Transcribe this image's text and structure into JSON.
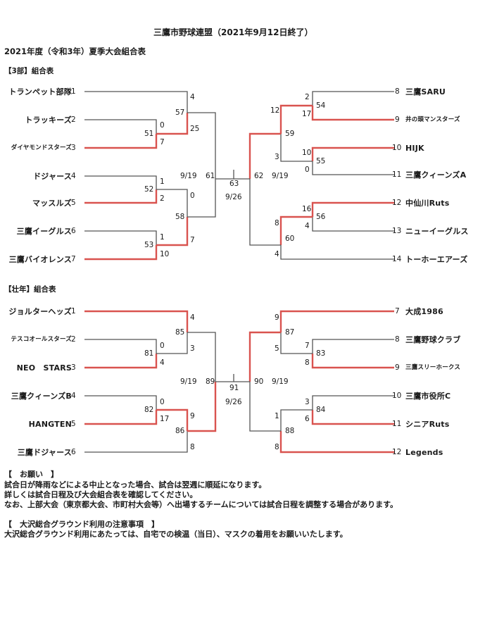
{
  "header": {
    "title": "三鷹市野球連盟（2021年9月12日終了）",
    "subtitle": "2021年度（令和3年）夏季大会組合表"
  },
  "section3": {
    "label": "【3部】組合表",
    "teams": [
      {
        "seed": "1",
        "name": "トランペット部隊"
      },
      {
        "seed": "2",
        "name": "トラッキーズ"
      },
      {
        "seed": "3",
        "name": "ダイヤモンドスターズ"
      },
      {
        "seed": "4",
        "name": "ドジャース"
      },
      {
        "seed": "5",
        "name": "マッスルズ"
      },
      {
        "seed": "6",
        "name": "三鷹イーグルス"
      },
      {
        "seed": "7",
        "name": "三鷹バイオレンス"
      },
      {
        "seed": "8",
        "name": "三鷹SARU"
      },
      {
        "seed": "9",
        "name": "井の頭マンスターズ"
      },
      {
        "seed": "10",
        "name": "HIJK"
      },
      {
        "seed": "11",
        "name": "三鷹クィーンズA"
      },
      {
        "seed": "12",
        "name": "中仙川Ruts"
      },
      {
        "seed": "13",
        "name": "ニューイーグルス"
      },
      {
        "seed": "14",
        "name": "トーホーエアーズ"
      }
    ],
    "game_numbers": {
      "g51": "51",
      "g52": "52",
      "g53": "53",
      "g54": "54",
      "g55": "55",
      "g56": "56",
      "g57": "57",
      "g58": "58",
      "g59": "59",
      "g60": "60",
      "g61": "61",
      "g62": "62",
      "g63": "63"
    },
    "scores": {
      "s_51_top": "0",
      "s_51_bot": "7",
      "s_52_top": "1",
      "s_52_bot": "2",
      "s_53_top": "1",
      "s_53_bot": "10",
      "s_57_top": "4",
      "s_57_bot": "25",
      "s_58_top": "0",
      "s_58_bot": "7",
      "s_54_top": "2",
      "s_54_bot": "17",
      "s_55_top": "10",
      "s_55_bot": "0",
      "s_56_top": "16",
      "s_56_bot": "4",
      "s_59_top": "12",
      "s_59_bot": "3",
      "s_60_top": "8",
      "s_60_bot": "4"
    },
    "dates": {
      "left": "9/19",
      "right": "9/19",
      "final": "9/26"
    }
  },
  "section_senior": {
    "label": "【壮年】組合表",
    "teams": [
      {
        "seed": "1",
        "name": "ジョルターヘッズ"
      },
      {
        "seed": "2",
        "name": "テスコオールスターズ"
      },
      {
        "seed": "3",
        "name": "NEO　STARS"
      },
      {
        "seed": "4",
        "name": "三鷹クィーンズB"
      },
      {
        "seed": "5",
        "name": "HANGTEN"
      },
      {
        "seed": "6",
        "name": "三鷹ドジャース"
      },
      {
        "seed": "7",
        "name": "大成1986"
      },
      {
        "seed": "8",
        "name": "三鷹野球クラブ"
      },
      {
        "seed": "9",
        "name": "三鷹スリーホークス"
      },
      {
        "seed": "10",
        "name": "三鷹市役所C"
      },
      {
        "seed": "11",
        "name": "シニアRuts"
      },
      {
        "seed": "12",
        "name": "Legends"
      }
    ],
    "game_numbers": {
      "g81": "81",
      "g82": "82",
      "g83": "83",
      "g84": "84",
      "g85": "85",
      "g86": "86",
      "g87": "87",
      "g88": "88",
      "g89": "89",
      "g90": "90",
      "g91": "91"
    },
    "scores": {
      "s_81_top": "0",
      "s_81_bot": "4",
      "s_82_top": "0",
      "s_82_bot": "17",
      "s_85_top": "4",
      "s_85_bot": "3",
      "s_86_top": "9",
      "s_86_bot": "8",
      "s_83_top": "7",
      "s_83_bot": "8",
      "s_84_top": "3",
      "s_84_bot": "6",
      "s_87_top": "9",
      "s_87_bot": "5",
      "s_88_top": "1",
      "s_88_bot": "8"
    },
    "dates": {
      "left": "9/19",
      "right": "9/19",
      "final": "9/26"
    }
  },
  "notices": {
    "request_heading": "【　お願い　】",
    "request_lines": [
      "試合日が降雨などによる中止となった場合、試合は翌週に順延になります。",
      "詳しくは試合日程及び大会組合表を確認してください。",
      "なお、上部大会（東京都大会、市町村大会等）へ出場するチームについては試合日程を調整する場合があります。"
    ],
    "ground_heading": "【　大沢総合グラウンド利用の注意事項　】",
    "ground_line": "大沢総合グラウンド利用にあたっては、自宅での検温（当日）、マスクの着用をお願いいたします。"
  },
  "colors": {
    "line": "#555555",
    "winner": "#d9534f",
    "text": "#1a1a1a"
  }
}
